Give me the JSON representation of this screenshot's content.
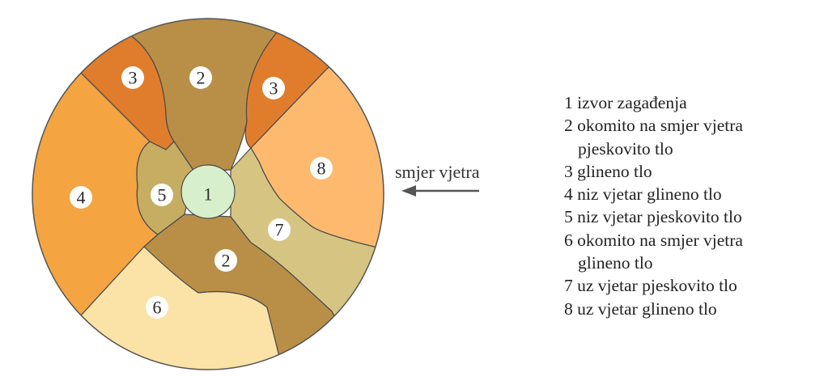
{
  "zones": [
    {
      "id": "1",
      "color": "#d8efcc"
    },
    {
      "id": "2",
      "color": "#b98f48"
    },
    {
      "id": "3",
      "color": "#e07d2c"
    },
    {
      "id": "4",
      "color": "#f4a542"
    },
    {
      "id": "5",
      "color": "#c6ad62"
    },
    {
      "id": "6",
      "color": "#fbe2a6"
    },
    {
      "id": "7",
      "color": "#d6c582"
    },
    {
      "id": "8",
      "color": "#fdb96e"
    }
  ],
  "markers": {
    "m1": "1",
    "m2a": "2",
    "m2b": "2",
    "m3a": "3",
    "m3b": "3",
    "m4": "4",
    "m5": "5",
    "m6": "6",
    "m7": "7",
    "m8": "8"
  },
  "wind": {
    "label": "smjer vjetra",
    "direction": "left"
  },
  "legend": {
    "items": [
      {
        "line": "1 izvor zagađenja"
      },
      {
        "line": "2 okomito na smjer vjetra",
        "cont": "pjeskovito tlo"
      },
      {
        "line": "3 glineno tlo"
      },
      {
        "line": "4 niz vjetar glineno tlo"
      },
      {
        "line": "5 niz vjetar pjeskovito tlo"
      },
      {
        "line": "6 okomito na smjer vjetra",
        "cont": "glineno tlo"
      },
      {
        "line": "7 uz vjetar pjeskovito tlo"
      },
      {
        "line": "8 uz vjetar glineno tlo"
      }
    ]
  }
}
